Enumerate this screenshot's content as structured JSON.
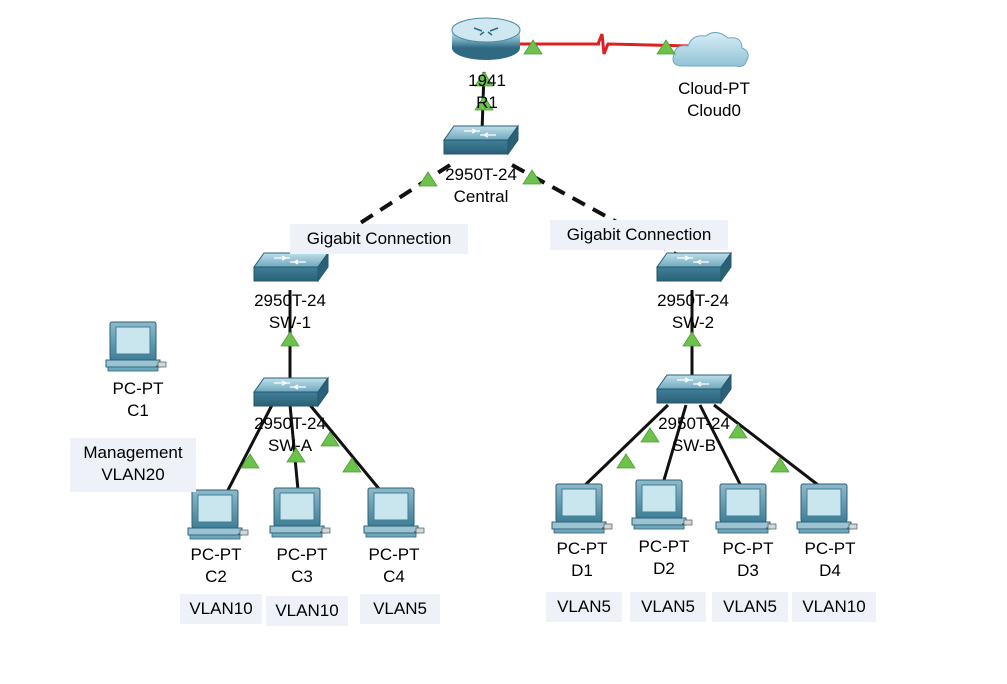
{
  "colors": {
    "link_black": "#111111",
    "serial_red": "#e02020",
    "port_up": "#6cc24a",
    "note_bg": "#eef1f8",
    "switch_body": "#4f8aa0",
    "pc_body": "#4f8aa0"
  },
  "devices": {
    "r1": {
      "model": "1941",
      "name": "R1",
      "icon": "router-icon"
    },
    "cloud0": {
      "model": "Cloud-PT",
      "name": "Cloud0",
      "icon": "cloud-icon"
    },
    "central": {
      "model": "2950T-24",
      "name": "Central",
      "icon": "switch-icon"
    },
    "sw1": {
      "model": "2950T-24",
      "name": "SW-1",
      "icon": "switch-icon"
    },
    "sw2": {
      "model": "2950T-24",
      "name": "SW-2",
      "icon": "switch-icon"
    },
    "swa": {
      "model": "2950T-24",
      "name": "SW-A",
      "icon": "switch-icon"
    },
    "swb": {
      "model": "2950T-24",
      "name": "SW-B",
      "icon": "switch-icon"
    },
    "c1": {
      "model": "PC-PT",
      "name": "C1",
      "icon": "pc-icon"
    },
    "c2": {
      "model": "PC-PT",
      "name": "C2",
      "icon": "pc-icon"
    },
    "c3": {
      "model": "PC-PT",
      "name": "C3",
      "icon": "pc-icon"
    },
    "c4": {
      "model": "PC-PT",
      "name": "C4",
      "icon": "pc-icon"
    },
    "d1": {
      "model": "PC-PT",
      "name": "D1",
      "icon": "pc-icon"
    },
    "d2": {
      "model": "PC-PT",
      "name": "D2",
      "icon": "pc-icon"
    },
    "d3": {
      "model": "PC-PT",
      "name": "D3",
      "icon": "pc-icon"
    },
    "d4": {
      "model": "PC-PT",
      "name": "D4",
      "icon": "pc-icon"
    }
  },
  "notes": {
    "gigabit_left": "Gigabit Connection",
    "gigabit_right": "Gigabit Connection",
    "management_line1": "Management",
    "management_line2": "VLAN20",
    "c2_vlan": "VLAN10",
    "c3_vlan": "VLAN10",
    "c4_vlan": "VLAN5",
    "d1_vlan": "VLAN5",
    "d2_vlan": "VLAN5",
    "d3_vlan": "VLAN5",
    "d4_vlan": "VLAN10"
  }
}
